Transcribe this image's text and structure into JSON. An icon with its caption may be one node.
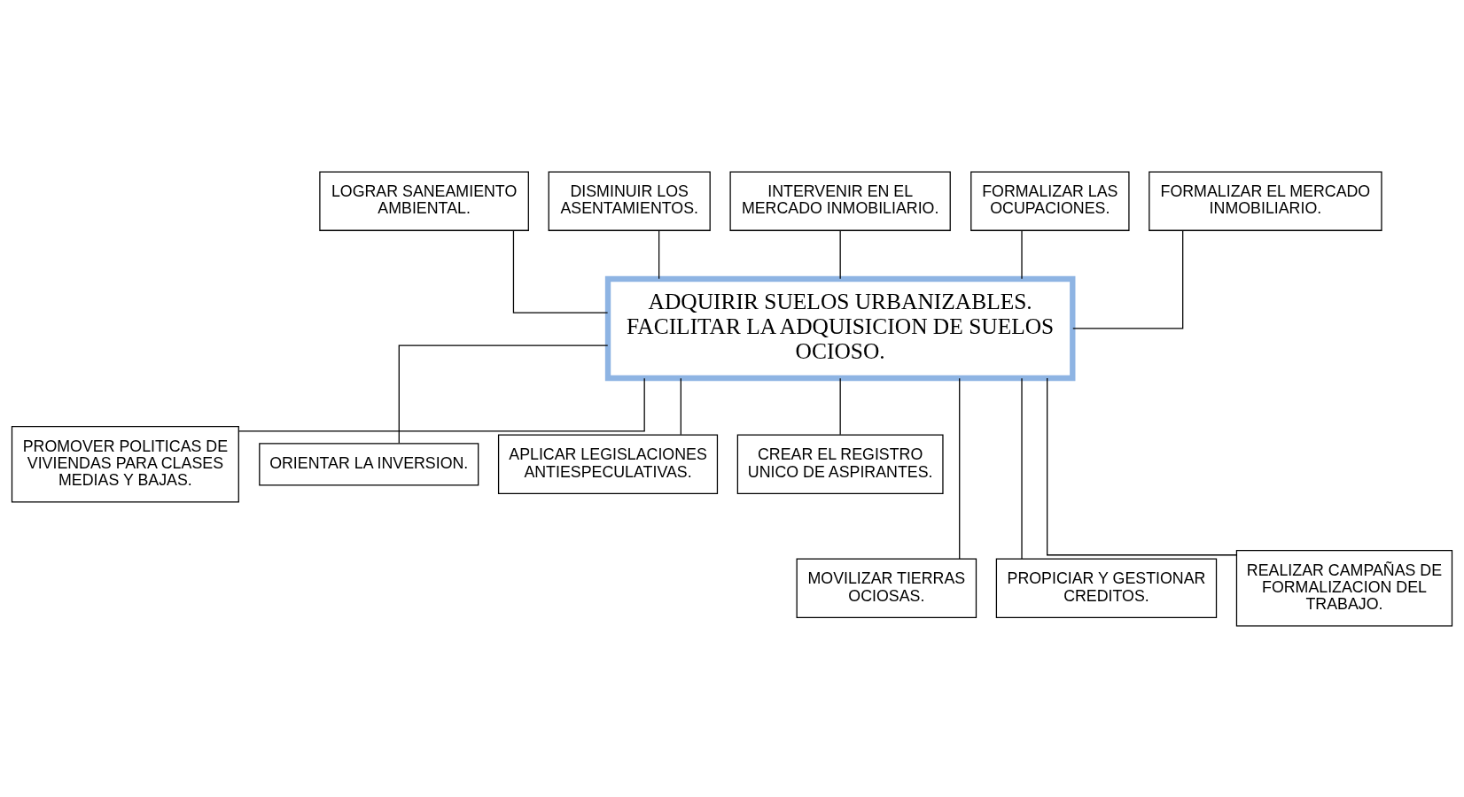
{
  "diagram": {
    "nodes": [
      {
        "text": [
          "LOGRAR SANEAMIENTO AMBIENTAL."
        ]
      },
      {
        "text": [
          "DISMINUIR LOS ASENTAMIENTOS."
        ]
      },
      {
        "text": [
          "INTERVENIR EN EL MERCADO INMOBILIARIO."
        ]
      },
      {
        "text": [
          "FORMALIZAR LAS OCUPACIONES."
        ]
      },
      {
        "text": [
          "FORMALIZAR EL MERCADO INMOBILIARIO."
        ]
      },
      {
        "text": [
          "ADQUIRIR SUELOS URBANIZABLES. FACILITAR LA ADQUISICION DE SUELOS OCIOSO."
        ]
      },
      {
        "text": [
          "PROMOVER POLITICAS DE VIVIENDAS PARA CLASES MEDIAS Y BAJAS."
        ]
      },
      {
        "text": [
          "ORIENTAR LA INVERSION."
        ]
      },
      {
        "text": [
          "APLICAR LEGISLACIONES ANTIESPECULATIVAS."
        ]
      },
      {
        "text": [
          "CREAR EL REGISTRO UNICO DE ASPIRANTES."
        ]
      },
      {
        "text": [
          "MOVILIZAR TIERRAS OCIOSAS."
        ]
      },
      {
        "text": [
          "PROPICIAR Y GESTIONAR CREDITOS."
        ]
      },
      {
        "text": [
          "REALIZAR CAMPAÑAS DE FORMALIZACION DEL TRABAJO."
        ]
      }
    ],
    "edges": [
      {
        "from": 0,
        "to": 5,
        "arrow": "none"
      },
      {
        "from": 1,
        "to": 5,
        "arrow": "none"
      },
      {
        "from": 2,
        "to": 5,
        "arrow": "none"
      },
      {
        "from": 3,
        "to": 5,
        "arrow": "none"
      },
      {
        "from": 4,
        "to": 5,
        "arrow": "none"
      },
      {
        "from": 5,
        "to": 6,
        "arrow": "none"
      },
      {
        "from": 5,
        "to": 7,
        "arrow": "none"
      },
      {
        "from": 5,
        "to": 8,
        "arrow": "none"
      },
      {
        "from": 5,
        "to": 9,
        "arrow": "none"
      },
      {
        "from": 5,
        "to": 10,
        "arrow": "none"
      },
      {
        "from": 5,
        "to": 11,
        "arrow": "none"
      },
      {
        "from": 5,
        "to": 12,
        "arrow": "none"
      }
    ]
  }
}
